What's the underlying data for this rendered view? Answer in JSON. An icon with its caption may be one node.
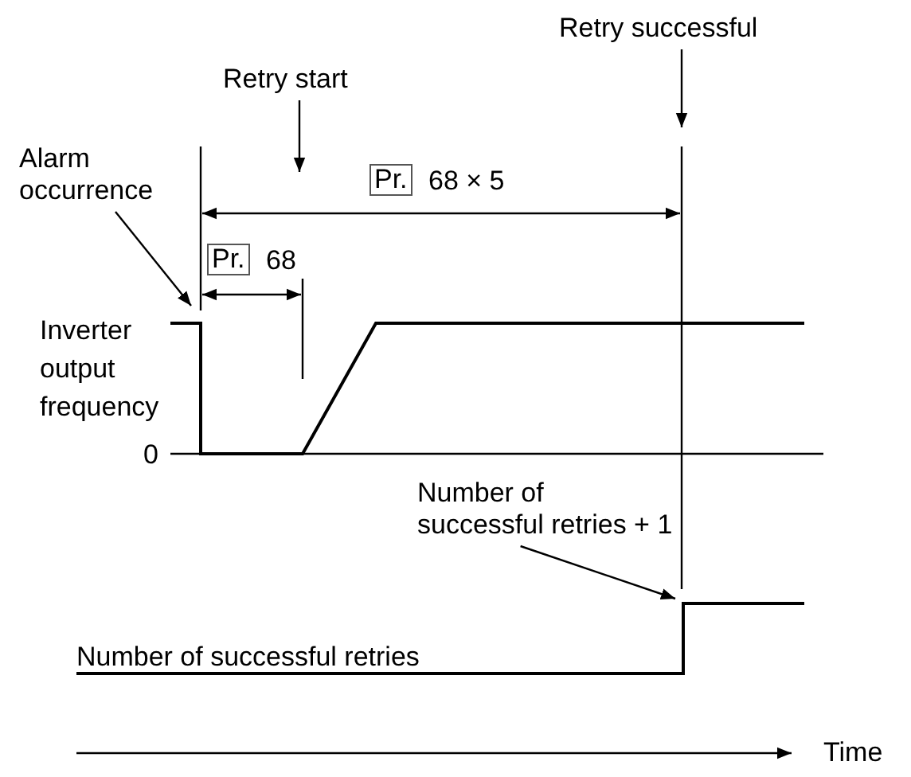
{
  "diagram": {
    "nodes": [
      {
        "text": [
          "Retry successful"
        ]
      },
      {
        "text": [
          "Retry start"
        ]
      },
      {
        "text": [
          "Alarm occurrence"
        ]
      },
      {
        "text": [
          "Number of successful retries + 1"
        ]
      },
      {
        "text": [],
        "shape": "line"
      },
      {
        "text": [],
        "shape": "line"
      }
    ],
    "edges": [
      {
        "from": 0,
        "to": null,
        "arrow": "to"
      },
      {
        "from": 1,
        "to": null,
        "arrow": "to"
      },
      {
        "from": 2,
        "to": 4,
        "arrow": "to"
      },
      {
        "from": 3,
        "to": 5,
        "arrow": "to"
      }
    ],
    "labels": [
      "Pr.",
      "68 × 5",
      "Pr.",
      "68",
      "Inverter output frequency",
      "0",
      "Number of successful retries",
      "Time"
    ]
  }
}
